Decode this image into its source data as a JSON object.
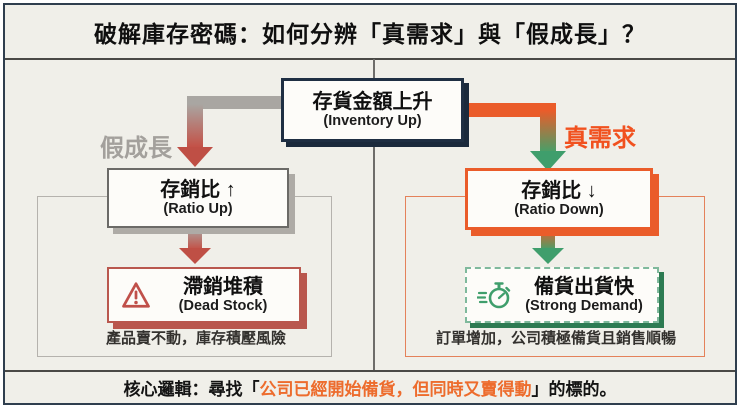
{
  "title": "破解庫存密碼：如何分辨「真需求」與「假成長」？",
  "root_node": {
    "zh": "存貨金額上升",
    "en": "(Inventory Up)"
  },
  "left_branch": {
    "label": "假成長",
    "node1": {
      "zh": "存銷比 ↑",
      "en": "(Ratio Up)"
    },
    "node2": {
      "zh": "滯銷堆積",
      "en": "(Dead Stock)",
      "icon": "warning-triangle-icon"
    },
    "caption": "產品賣不動，庫存積壓風險"
  },
  "right_branch": {
    "label": "真需求",
    "node1": {
      "zh": "存銷比 ↓",
      "en": "(Ratio Down)"
    },
    "node2": {
      "zh": "備貨出貨快",
      "en": "(Strong Demand)",
      "icon": "stopwatch-icon"
    },
    "caption": "訂單增加，公司積極備貨且銷售順暢"
  },
  "footer": {
    "prefix": "核心邏輯：尋找「",
    "highlight": "公司已經開始備貨，但同時又賣得動",
    "suffix": "」的標的。"
  },
  "colors": {
    "background": "#f0efe9",
    "frame_border": "#2f3e4e",
    "navy": "#1f2f43",
    "orange": "#ea5c2a",
    "orange_text": "#f1511f",
    "red": "#bf4f45",
    "red_border": "#b9574e",
    "green": "#3f9e6c",
    "green_dark": "#2d7b52",
    "gray": "#a9a6a2"
  }
}
